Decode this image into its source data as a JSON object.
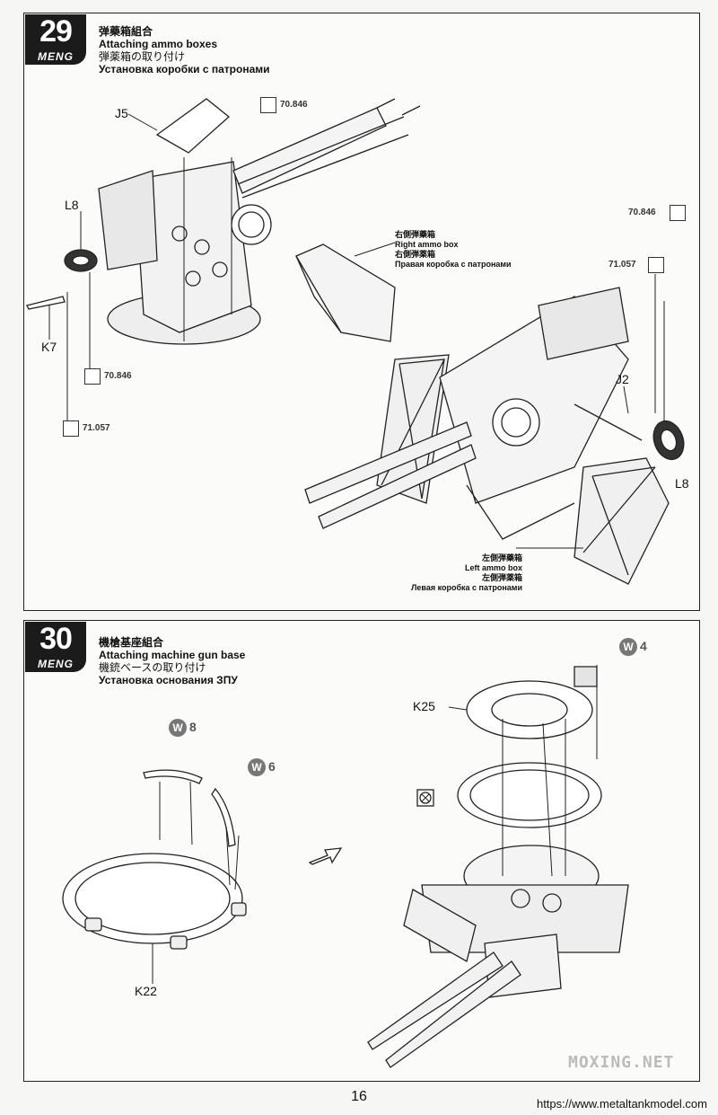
{
  "step29": {
    "number": "29",
    "brand": "MENG",
    "title_cn": "弹藥箱組合",
    "title_en": "Attaching ammo boxes",
    "title_jp": "弾薬箱の取り付け",
    "title_ru": "Установка коробки с патронами",
    "parts": {
      "j5": "J5",
      "l8_top": "L8",
      "k7": "K7",
      "j2": "J2",
      "l8_bottom": "L8"
    },
    "paint_codes": {
      "p1": "70.846",
      "p2": "70.846",
      "p3": "71.057",
      "p4": "70.846",
      "p5": "71.057"
    },
    "right_box": {
      "cn": "右側弾藥箱",
      "en": "Right ammo box",
      "jp": "右側弾薬箱",
      "ru": "Правая коробка с патронами"
    },
    "left_box": {
      "cn": "左側弾藥箱",
      "en": "Left ammo box",
      "jp": "左側弾薬箱",
      "ru": "Левая коробка с патронами"
    }
  },
  "step30": {
    "number": "30",
    "brand": "MENG",
    "title_cn": "機槍基座組合",
    "title_en": "Attaching machine gun base",
    "title_jp": "機銃ベースの取り付け",
    "title_ru": "Установка основания ЗПУ",
    "parts": {
      "k22": "K22",
      "k25": "K25"
    },
    "weights": {
      "w8": "8",
      "w6": "6",
      "w4": "4"
    },
    "w_letter": "W"
  },
  "page_number": "16",
  "watermark": "MOXING.NET",
  "source_url": "https://www.metaltankmodel.com"
}
